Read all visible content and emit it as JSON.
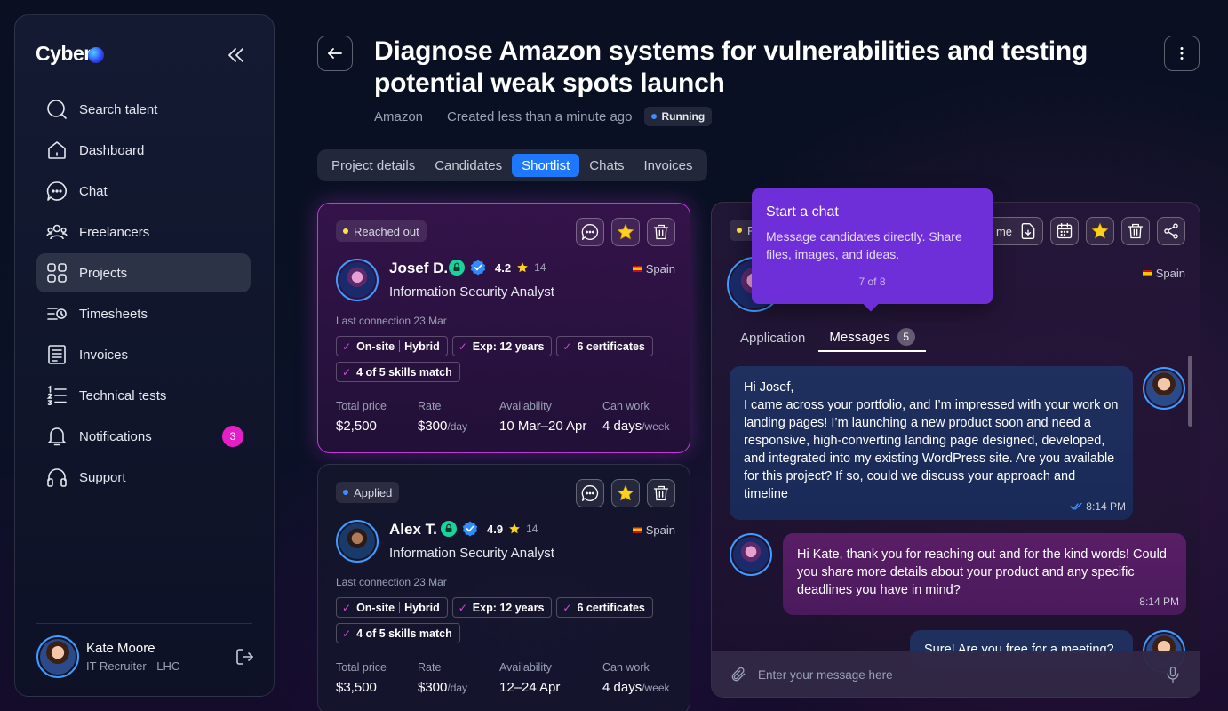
{
  "app": {
    "logo_text": "Cyber"
  },
  "sidebar": {
    "items": [
      {
        "label": "Search talent",
        "icon": "search-icon"
      },
      {
        "label": "Dashboard",
        "icon": "home-icon"
      },
      {
        "label": "Chat",
        "icon": "chat-icon"
      },
      {
        "label": "Freelancers",
        "icon": "users-icon"
      },
      {
        "label": "Projects",
        "icon": "grid-icon",
        "active": true
      },
      {
        "label": "Timesheets",
        "icon": "timesheet-icon"
      },
      {
        "label": "Invoices",
        "icon": "invoice-icon"
      },
      {
        "label": "Technical tests",
        "icon": "list-icon"
      },
      {
        "label": "Notifications",
        "icon": "bell-icon",
        "badge": "3"
      },
      {
        "label": "Support",
        "icon": "headset-icon"
      }
    ],
    "user": {
      "name": "Kate Moore",
      "role": "IT Recruiter - LHC"
    }
  },
  "header": {
    "title": "Diagnose Amazon systems for vulnerabilities and testing potential weak spots launch",
    "company": "Amazon",
    "created": "Created less than a minute ago",
    "status": "Running"
  },
  "tabs": [
    "Project details",
    "Candidates",
    "Shortlist",
    "Chats",
    "Invoices"
  ],
  "active_tab": "Shortlist",
  "candidates": [
    {
      "status": "Reached out",
      "status_color": "#ffe14a",
      "name": "Josef D.",
      "rating": "4.2",
      "reviews": "14",
      "role": "Information Security Analyst",
      "country": "Spain",
      "last_connection": "Last connection 23 Mar",
      "chips": {
        "work_a": "On-site",
        "work_b": "Hybrid",
        "exp": "Exp: 12 years",
        "certs": "6 certificates",
        "skills": "4 of 5 skills match"
      },
      "stats": {
        "total_price_label": "Total price",
        "total_price": "$2,500",
        "rate_label": "Rate",
        "rate": "$300",
        "rate_unit": "/day",
        "availability_label": "Availability",
        "availability": "10 Mar–20 Apr",
        "can_work_label": "Can work",
        "can_work": "4 days",
        "can_work_unit": "/week"
      }
    },
    {
      "status": "Applied",
      "status_color": "#3f8cff",
      "name": "Alex T.",
      "rating": "4.9",
      "reviews": "14",
      "role": "Information Security Analyst",
      "country": "Spain",
      "last_connection": "Last connection 23 Mar",
      "chips": {
        "work_a": "On-site",
        "work_b": "Hybrid",
        "exp": "Exp: 12 years",
        "certs": "6 certificates",
        "skills": "4 of 5 skills match"
      },
      "stats": {
        "total_price_label": "Total price",
        "total_price": "$3,500",
        "rate_label": "Rate",
        "rate": "$300",
        "rate_unit": "/day",
        "availability_label": "Availability",
        "availability": "12–24 Apr",
        "can_work_label": "Can work",
        "can_work": "4 days",
        "can_work_unit": "/week"
      }
    }
  ],
  "panel": {
    "status_initial": "R",
    "resume_label": "me",
    "country": "Spain",
    "tabs": {
      "application": "Application",
      "messages": "Messages",
      "messages_count": "5"
    },
    "messages": [
      {
        "text_1": "Hi Josef,",
        "text_2": "I came across your portfolio, and I’m impressed with your work on landing pages! I’m launching a new product soon and need a responsive, high-converting landing page designed, developed, and integrated into my existing WordPress site. Are you available for this project? If so, could we discuss your approach and timeline",
        "time": "8:14 PM"
      },
      {
        "text": "Hi Kate, thank you for reaching out and for the kind words! Could you share more details about your product and any specific deadlines you have in mind?",
        "time": "8:14 PM"
      },
      {
        "text": "Sure! Are you free for a meeting?"
      }
    ],
    "composer_placeholder": "Enter your message here"
  },
  "tooltip": {
    "title": "Start a chat",
    "body": "Message candidates directly. Share files, images, and ideas.",
    "step": "7 of 8"
  },
  "colors": {
    "accent": "#1d78ff",
    "highlight": "#c03ad8",
    "badge": "#e61ec8",
    "tooltip": "#6f2fd8"
  }
}
